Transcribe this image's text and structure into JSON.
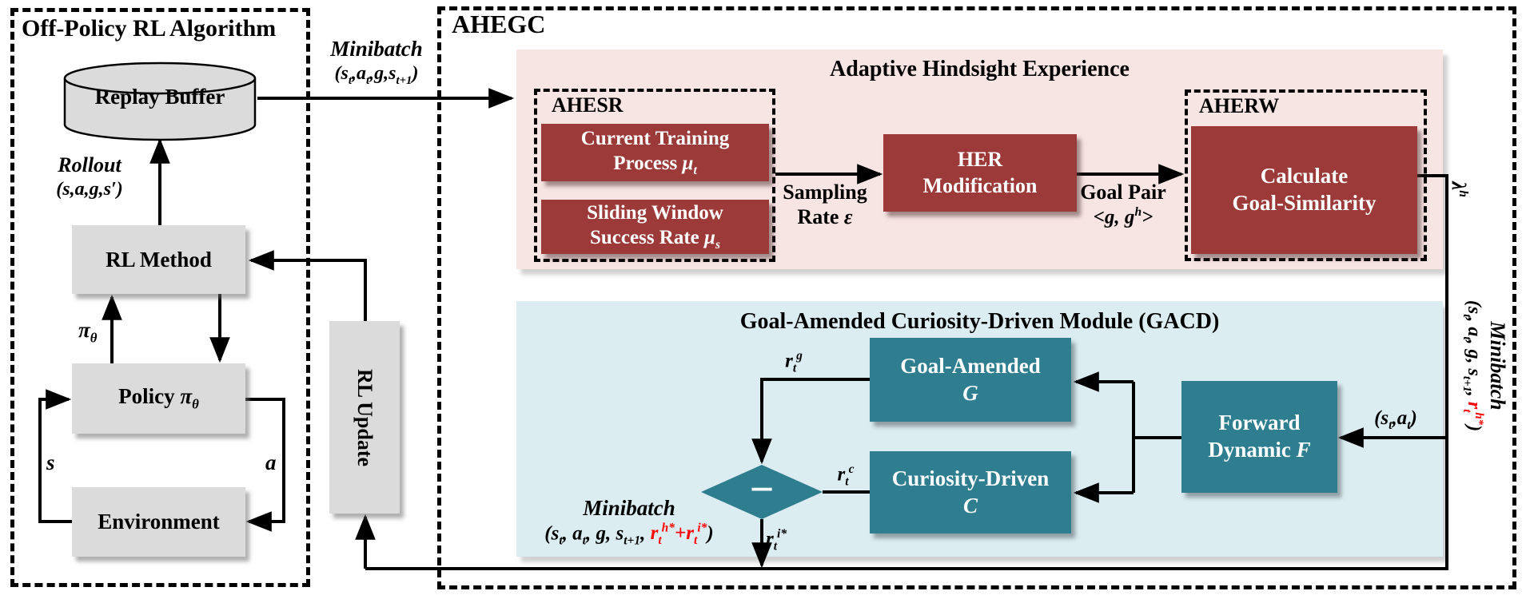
{
  "left_panel": {
    "title": "Off-Policy RL Algorithm",
    "replay_buffer_label": "Replay Buffer",
    "rollout_label": "Rollout",
    "rollout_tuple": "(s,a,g,s′)",
    "rl_method_label": "RL Method",
    "pi_label": "π[sub]θ[/sub]",
    "policy_label": "Policy [i]π[sub]θ[/sub][/i]",
    "environment_label": "Environment",
    "state_label": "s",
    "action_label": "a"
  },
  "rl_update_label": "RL Update",
  "minibatch_top": {
    "title": "Minibatch",
    "tuple": "(s[sub]t[/sub],a[sub]t[/sub],g,s[sub]t+1[/sub])"
  },
  "ahegc": {
    "title": "AHEGC",
    "adaptive_hindsight": {
      "title": "Adaptive Hindsight Experience",
      "ahesr": {
        "label": "AHESR",
        "box1_line1": "Current Training",
        "box1_line2": "Process [i]μ[sub]t[/sub][/i]",
        "box2_line1": "Sliding Window",
        "box2_line2": "Success Rate [i]μ[sub]s[/sub][/i]"
      },
      "sampling_rate_line1": "Sampling",
      "sampling_rate_line2": "Rate [i]ε[/i]",
      "her_line1": "HER",
      "her_line2": "Modification",
      "goal_pair_line1": "Goal Pair",
      "goal_pair_line2": "<g, g[sup]h[/sup]>",
      "aherw": {
        "label": "AHERW",
        "box_line1": "Calculate",
        "box_line2": "Goal-Similarity"
      }
    },
    "lambda_label": "λ[sup]h[/sup]",
    "minibatch_right": {
      "title": "Minibatch",
      "tuple": "(s[sub]t[/sub], a[sub]t[/sub], g, s[sub]t+1[/sub], [red]r[sub]t[/sub][sup]h*[/sup][/red])"
    },
    "gacd": {
      "title": "Goal-Amended Curiosity-Driven Module (GACD)",
      "goal_amended_line1": "Goal-Amended",
      "goal_amended_line2": "G",
      "curiosity_line1": "Curiosity-Driven",
      "curiosity_line2": "C",
      "forward_line1": "Forward",
      "forward_line2": "Dynamic [i]F[/i]",
      "r_g_label": "r[sub]t[/sub][sup]g[/sup]",
      "r_c_label": "r[sub]t[/sub][sup]c[/sup]",
      "r_i_label": "r[sub]t[/sub][sup]i*[/sup]",
      "st_at_label": "(s[sub]t[/sub],a[sub]t[/sub])",
      "minus_sign": "−",
      "minibatch_bottom": {
        "title": "Minibatch",
        "tuple": "(s[sub]t[/sub], a[sub]t[/sub], g, s[sub]t+1[/sub], [red]r[sub]t[/sub][sup]h*[/sup]+r[sub]t[/sub][sup]i*[/sup][/red])"
      }
    }
  },
  "colors": {
    "dark_red": "#9B3A38",
    "teal": "#2E7E90",
    "pink_panel": "#F7E5E3",
    "blue_panel": "#DCEDF2",
    "gray_box": "#DBDBDB",
    "highlight_red": "#FF0000"
  }
}
